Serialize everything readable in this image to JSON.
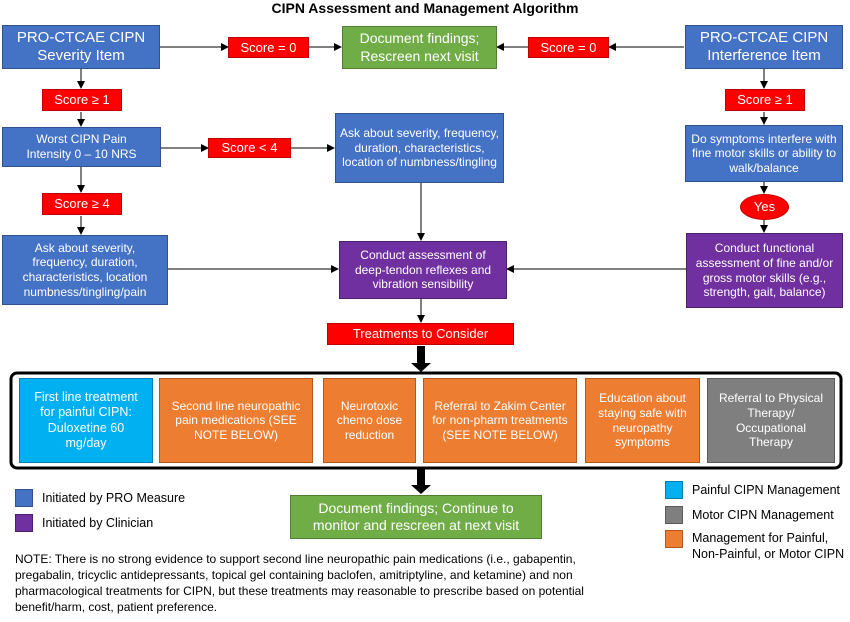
{
  "title": "CIPN Assessment and Management Algorithm",
  "boxes": {
    "severity_item": "PRO-CTCAE CIPN Severity Item",
    "interference_item": "PRO-CTCAE CIPN Interference Item",
    "document_rescreen": "Document findings; Rescreen next visit",
    "score0_left": "Score = 0",
    "score0_right": "Score = 0",
    "score_ge1_left": "Score ≥ 1",
    "score_ge1_right": "Score ≥ 1",
    "worst_pain": "Worst CIPN Pain Intensity 0 – 10 NRS",
    "score_lt4": "Score < 4",
    "ask_numbness": "Ask about severity, frequency, duration, characteristics, location of numbness/tingling",
    "interfere_question": "Do symptoms interfere with fine motor skills or ability to walk/balance",
    "score_ge4": "Score ≥ 4",
    "yes": "Yes",
    "ask_pain": "Ask about severity, frequency, duration, characteristics, location numbness/tingling/pain",
    "tendon_assessment": "Conduct assessment of deep-tendon reflexes and vibration sensibility",
    "functional_assessment": "Conduct functional assessment of fine and/or gross motor skills (e.g., strength, gait, balance)",
    "treatments": "Treatments to Consider",
    "document_monitor": "Document findings; Continue to monitor and rescreen at next visit"
  },
  "treatment_options": [
    {
      "label": "First line treatment for painful CIPN: Duloxetine 60 mg/day",
      "color": "#00b0f0"
    },
    {
      "label": "Second line neuropathic pain medications (SEE NOTE BELOW)",
      "color": "#ed7d31"
    },
    {
      "label": "Neurotoxic chemo dose reduction",
      "color": "#ed7d31"
    },
    {
      "label": "Referral to Zakim Center for non-pharm treatments (SEE NOTE BELOW)",
      "color": "#ed7d31"
    },
    {
      "label": "Education about staying safe with neuropathy symptoms",
      "color": "#ed7d31"
    },
    {
      "label": "Referral to Physical Therapy/ Occupational Therapy",
      "color": "#7f7f7f"
    }
  ],
  "legend_left": [
    {
      "label": "Initiated by PRO Measure",
      "color": "#4472c4"
    },
    {
      "label": "Initiated by Clinician",
      "color": "#7030a0"
    }
  ],
  "legend_right": [
    {
      "label": "Painful CIPN Management",
      "color": "#00b0f0"
    },
    {
      "label": "Motor CIPN Management",
      "color": "#7f7f7f"
    },
    {
      "label": "Management for Painful, Non-Painful, or Motor CIPN",
      "color": "#ed7d31"
    }
  ],
  "note": "NOTE: There is no strong evidence to support second line neuropathic pain medications (i.e., gabapentin, pregabalin, tricyclic antidepressants, topical gel containing baclofen, amitriptyline, and ketamine) and non pharmacological treatments for CIPN, but these treatments may reasonable to prescribe based on potential benefit/harm, cost, patient preference."
}
